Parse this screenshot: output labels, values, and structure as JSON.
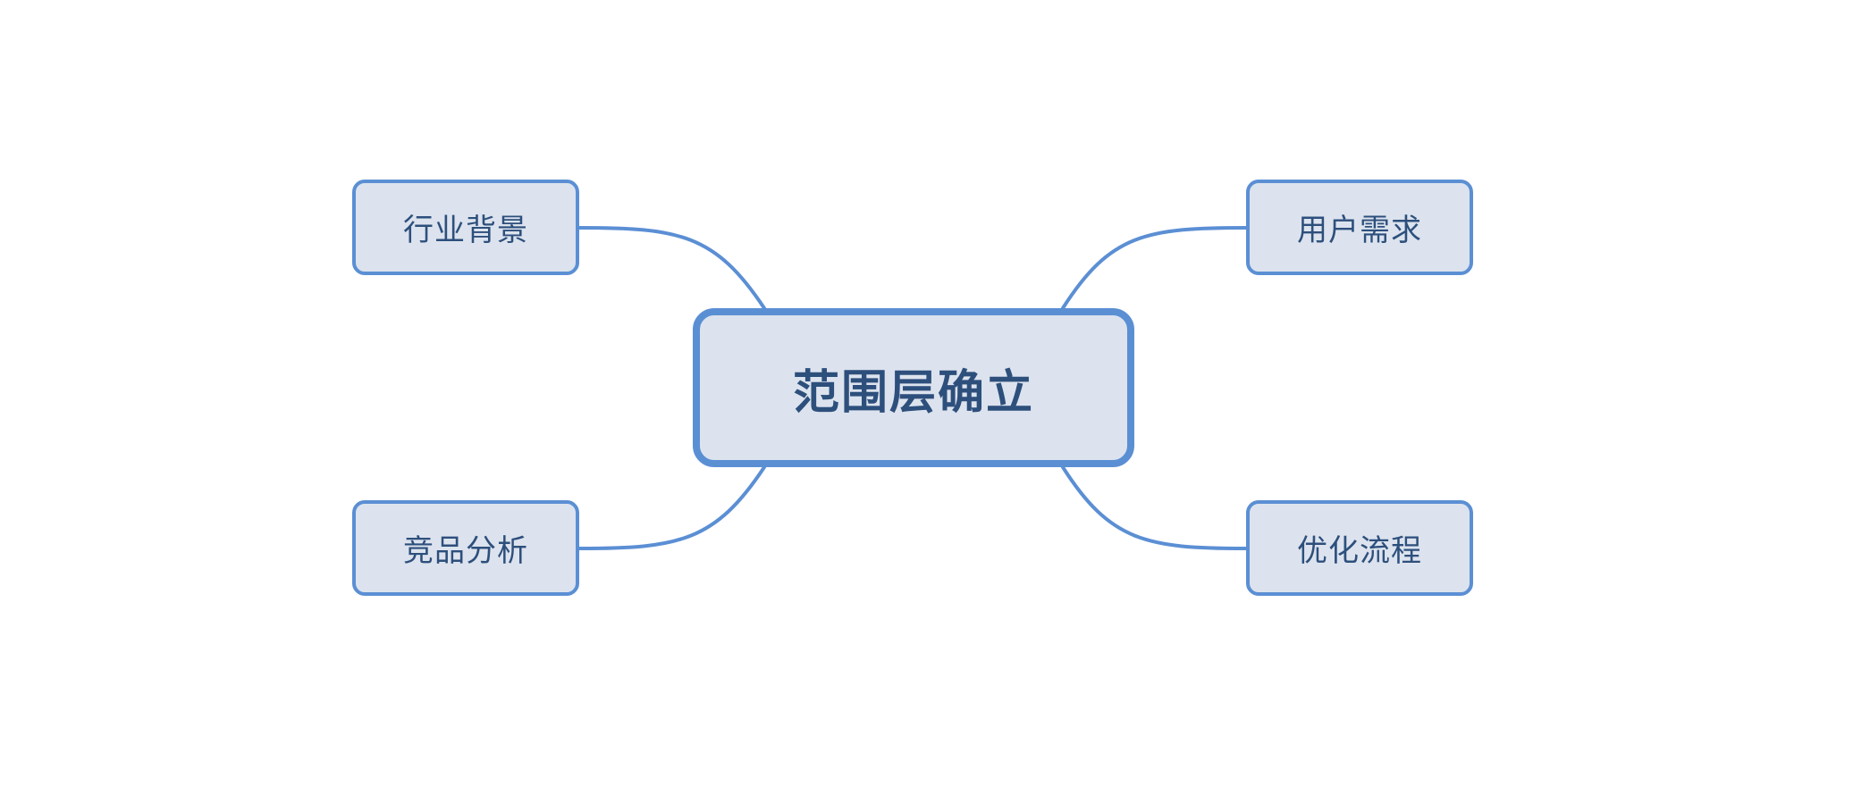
{
  "diagram": {
    "type": "mind-map",
    "title": "范围层确立",
    "background_color": "#ffffff",
    "node_fill_color": "#dce3ee",
    "node_border_color": "#5b8fd4",
    "node_text_color": "#2d4f7c",
    "connector_color": "#5b8fd4",
    "central": {
      "label": "范围层确立"
    },
    "branches": [
      {
        "label": "行业背景",
        "position": "top-left"
      },
      {
        "label": "竞品分析",
        "position": "bottom-left"
      },
      {
        "label": "用户需求",
        "position": "top-right"
      },
      {
        "label": "优化流程",
        "position": "bottom-right"
      }
    ]
  }
}
